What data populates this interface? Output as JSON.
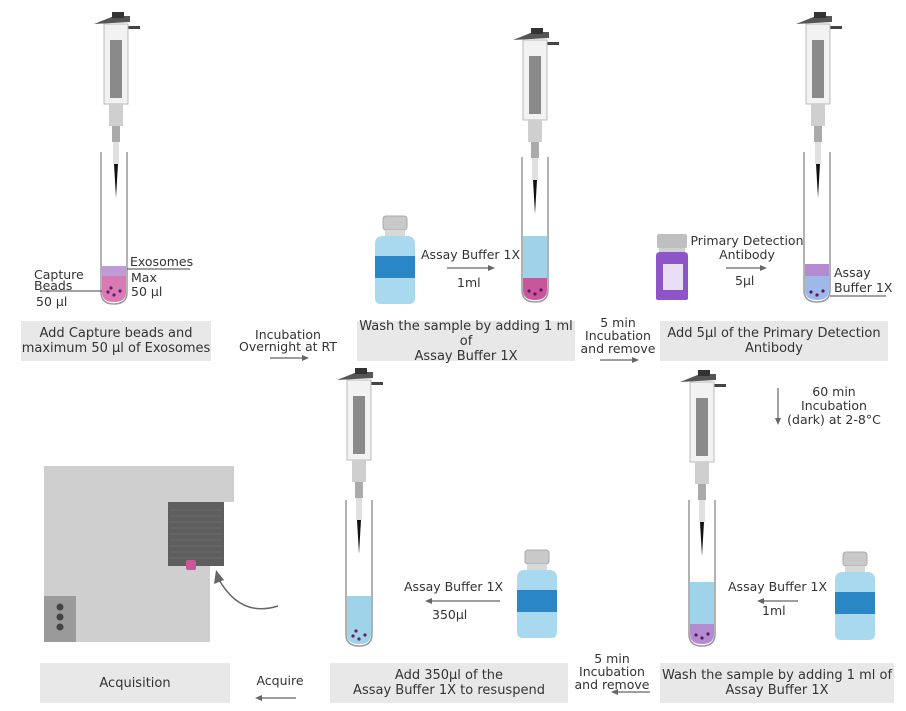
{
  "steps": [
    {
      "caption_line1": "Add Capture beads and",
      "caption_line2": "maximum 50 µl of Exosomes"
    },
    {
      "caption_line1": "Wash the sample by adding 1 ml of",
      "caption_line2": "Assay Buffer 1X"
    },
    {
      "caption_line1": "Add 5µl of the Primary Detection",
      "caption_line2": "Antibody"
    },
    {
      "caption_line1": "Wash the sample by adding 1 ml of",
      "caption_line2": "Assay Buffer 1X"
    },
    {
      "caption_line1": "Add 350µl of the",
      "caption_line2": "Assay Buffer 1X to resuspend"
    },
    {
      "caption_line1": "Acquisition",
      "caption_line2": ""
    }
  ],
  "step1": {
    "capture_beads_line1": "Capture",
    "capture_beads_line2": "Beads",
    "capture_volume": "50 µl",
    "exosomes": "Exosomes",
    "max_line1": "Max",
    "max_line2": "50 µl"
  },
  "step2": {
    "reagent": "Assay Buffer 1X",
    "volume": "1ml"
  },
  "step3": {
    "reagent_line1": "Primary Detection",
    "reagent_line2": "Antibody",
    "volume": "5µl",
    "tube_label_line1": "Assay",
    "tube_label_line2": "Buffer 1X"
  },
  "step4": {
    "reagent": "Assay Buffer 1X",
    "volume": "1ml"
  },
  "step5": {
    "reagent": "Assay Buffer 1X",
    "volume": "350µl"
  },
  "transitions": [
    {
      "line1": "Incubation",
      "line2": "Overnight at RT",
      "line3": ""
    },
    {
      "line1": "5 min",
      "line2": "Incubation",
      "line3": "and remove"
    },
    {
      "line1": "60 min",
      "line2": "Incubation",
      "line3": "(dark) at 2-8°C"
    },
    {
      "line1": "5 min",
      "line2": "Incubation",
      "line3": "and remove"
    },
    {
      "line1": "Acquire",
      "line2": "",
      "line3": ""
    }
  ],
  "colors": {
    "caption_bg": "#e8e8e8",
    "buffer_blue": "#9fd3ea",
    "buffer_band": "#2a86c4",
    "beads_pink": "#c9559b",
    "exosome_purple": "#b48bd0",
    "antibody_purple": "#8e55c8",
    "instrument_grey": "#cfcfcf"
  }
}
